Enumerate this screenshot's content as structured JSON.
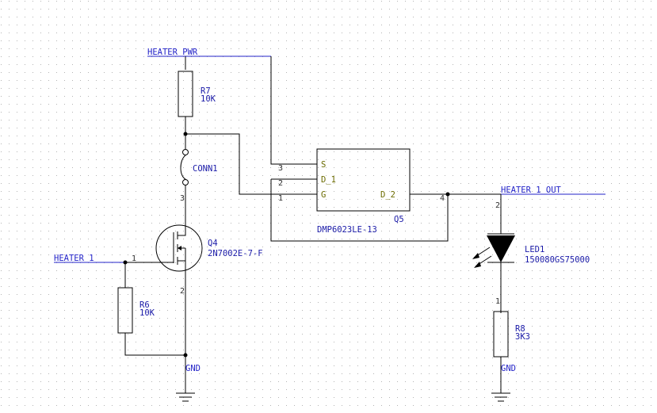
{
  "nets": {
    "heater_pwr": "HEATER_PWR",
    "heater_1": "HEATER_1",
    "heater_1_out": "HEATER_1_OUT",
    "gnd_left": "GND",
    "gnd_right": "GND"
  },
  "components": {
    "r7": {
      "ref": "R7",
      "value": "10K"
    },
    "conn1": {
      "ref": "CONN1"
    },
    "q4": {
      "ref": "Q4",
      "value": "2N7002E-7-F"
    },
    "r6": {
      "ref": "R6",
      "value": "10K"
    },
    "q5": {
      "ref": "Q5",
      "value": "DMP6023LE-13",
      "pins": {
        "s": "S",
        "d1": "D_1",
        "g": "G",
        "d2": "D_2"
      }
    },
    "led1": {
      "ref": "LED1",
      "value": "150080GS75000"
    },
    "r8": {
      "ref": "R8",
      "value": "3K3"
    }
  },
  "pin_numbers": {
    "q5_s": "3",
    "q5_d1": "2",
    "q5_g": "1",
    "q5_d2": "4",
    "q4_drain": "3",
    "q4_gate": "1",
    "q4_source": "2",
    "led_top": "2",
    "led_bottom": "1"
  },
  "colors": {
    "background": "#ffffff",
    "grid_dot": "#b4b4b4",
    "wire": "#000000",
    "net_label": "#2323c8",
    "pin_name": "#6b6b00"
  }
}
